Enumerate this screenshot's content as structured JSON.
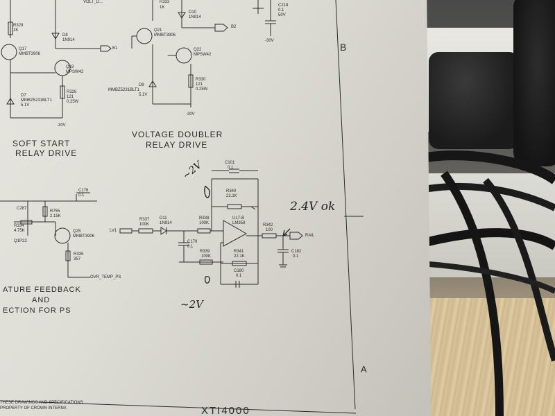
{
  "labels": {
    "volt_top": "VOLT_D…",
    "r329": "R329",
    "r329_val": "1K",
    "q17": "Q17",
    "q17_val": "MMBT3906",
    "d8": "D8",
    "d8_val": "1N914",
    "b1": "B1",
    "q18": "Q18",
    "q18_val": "MPSW42",
    "d7": "D7",
    "d7_val": "MMBZ5231BLT1",
    "d7_v": "5.1V",
    "r326": "R326",
    "r326_val": "121",
    "r326_w": "0.25W",
    "neg30_left": "-30V",
    "r333": "R333",
    "r333_val": "1K",
    "d10": "D10",
    "d10_val": "1N914",
    "q21": "Q21",
    "q21_val": "MMBT3906",
    "b2": "B2",
    "q22": "Q22",
    "q22_val": "MPSW42",
    "d9": "D9",
    "d9_val": "MMBZ5231BLT1",
    "d9_v": "5.1V",
    "r330": "R330",
    "r330_val": "121",
    "r330_w": "0.25W",
    "neg30_mid": "-30V",
    "c218": "C218",
    "c218_val": "0.1",
    "c218_v": "50V",
    "neg30_right": "-30V",
    "zone_b": "B",
    "zone_a": "A",
    "soft_start_1": "SOFT START",
    "soft_start_2": "RELAY DRIVE",
    "vd_1": "VOLTAGE DOUBLER",
    "vd_2": "RELAY DRIVE",
    "c176": "C176",
    "c176_val": "0.1",
    "c287": "C287",
    "r755": "R755",
    "r755_val": "2.15K",
    "r334": "R334",
    "r334_val": "4.75K",
    "q25": "Q25",
    "q25_val": "MMBT3906",
    "qtp": "Q1P22",
    "r335": "R335",
    "r335_val": "357",
    "ovr_temp": "OVR_TEMP_PS",
    "lv1": "LV1",
    "r337": "R337",
    "r337_val": "100K",
    "d11": "D11",
    "d11_val": "1N914",
    "c101": "C101",
    "c101_val": "0.1",
    "r340": "R340",
    "r340_val": "22.1K",
    "r338": "R338",
    "r338_val": "100K",
    "u17": "U17-B",
    "u17_val": "LM358",
    "r342": "R342",
    "r342_val": "100",
    "rail": "RAIL",
    "c179": "C179",
    "c179_val": "0.1",
    "r339": "R339",
    "r339_val": "100K",
    "r341": "R341",
    "r341_val": "22.1K",
    "c182": "C182",
    "c182_val": "0.1",
    "c180": "C180",
    "c180_val": "0.1",
    "feedback_1": "ATURE FEEDBACK",
    "feedback_2": "AND",
    "feedback_3": "ECTION FOR PS",
    "footer_note": "THESE DRAWINGS AND SPECIFICATIONS",
    "footer_note2": "PROPERTY OF CROWN INTERNA",
    "model": "XTI4000"
  },
  "handwriting": {
    "note_top": "~2V",
    "note_rail": "2.4V ok",
    "note_bottom": "~2V"
  }
}
